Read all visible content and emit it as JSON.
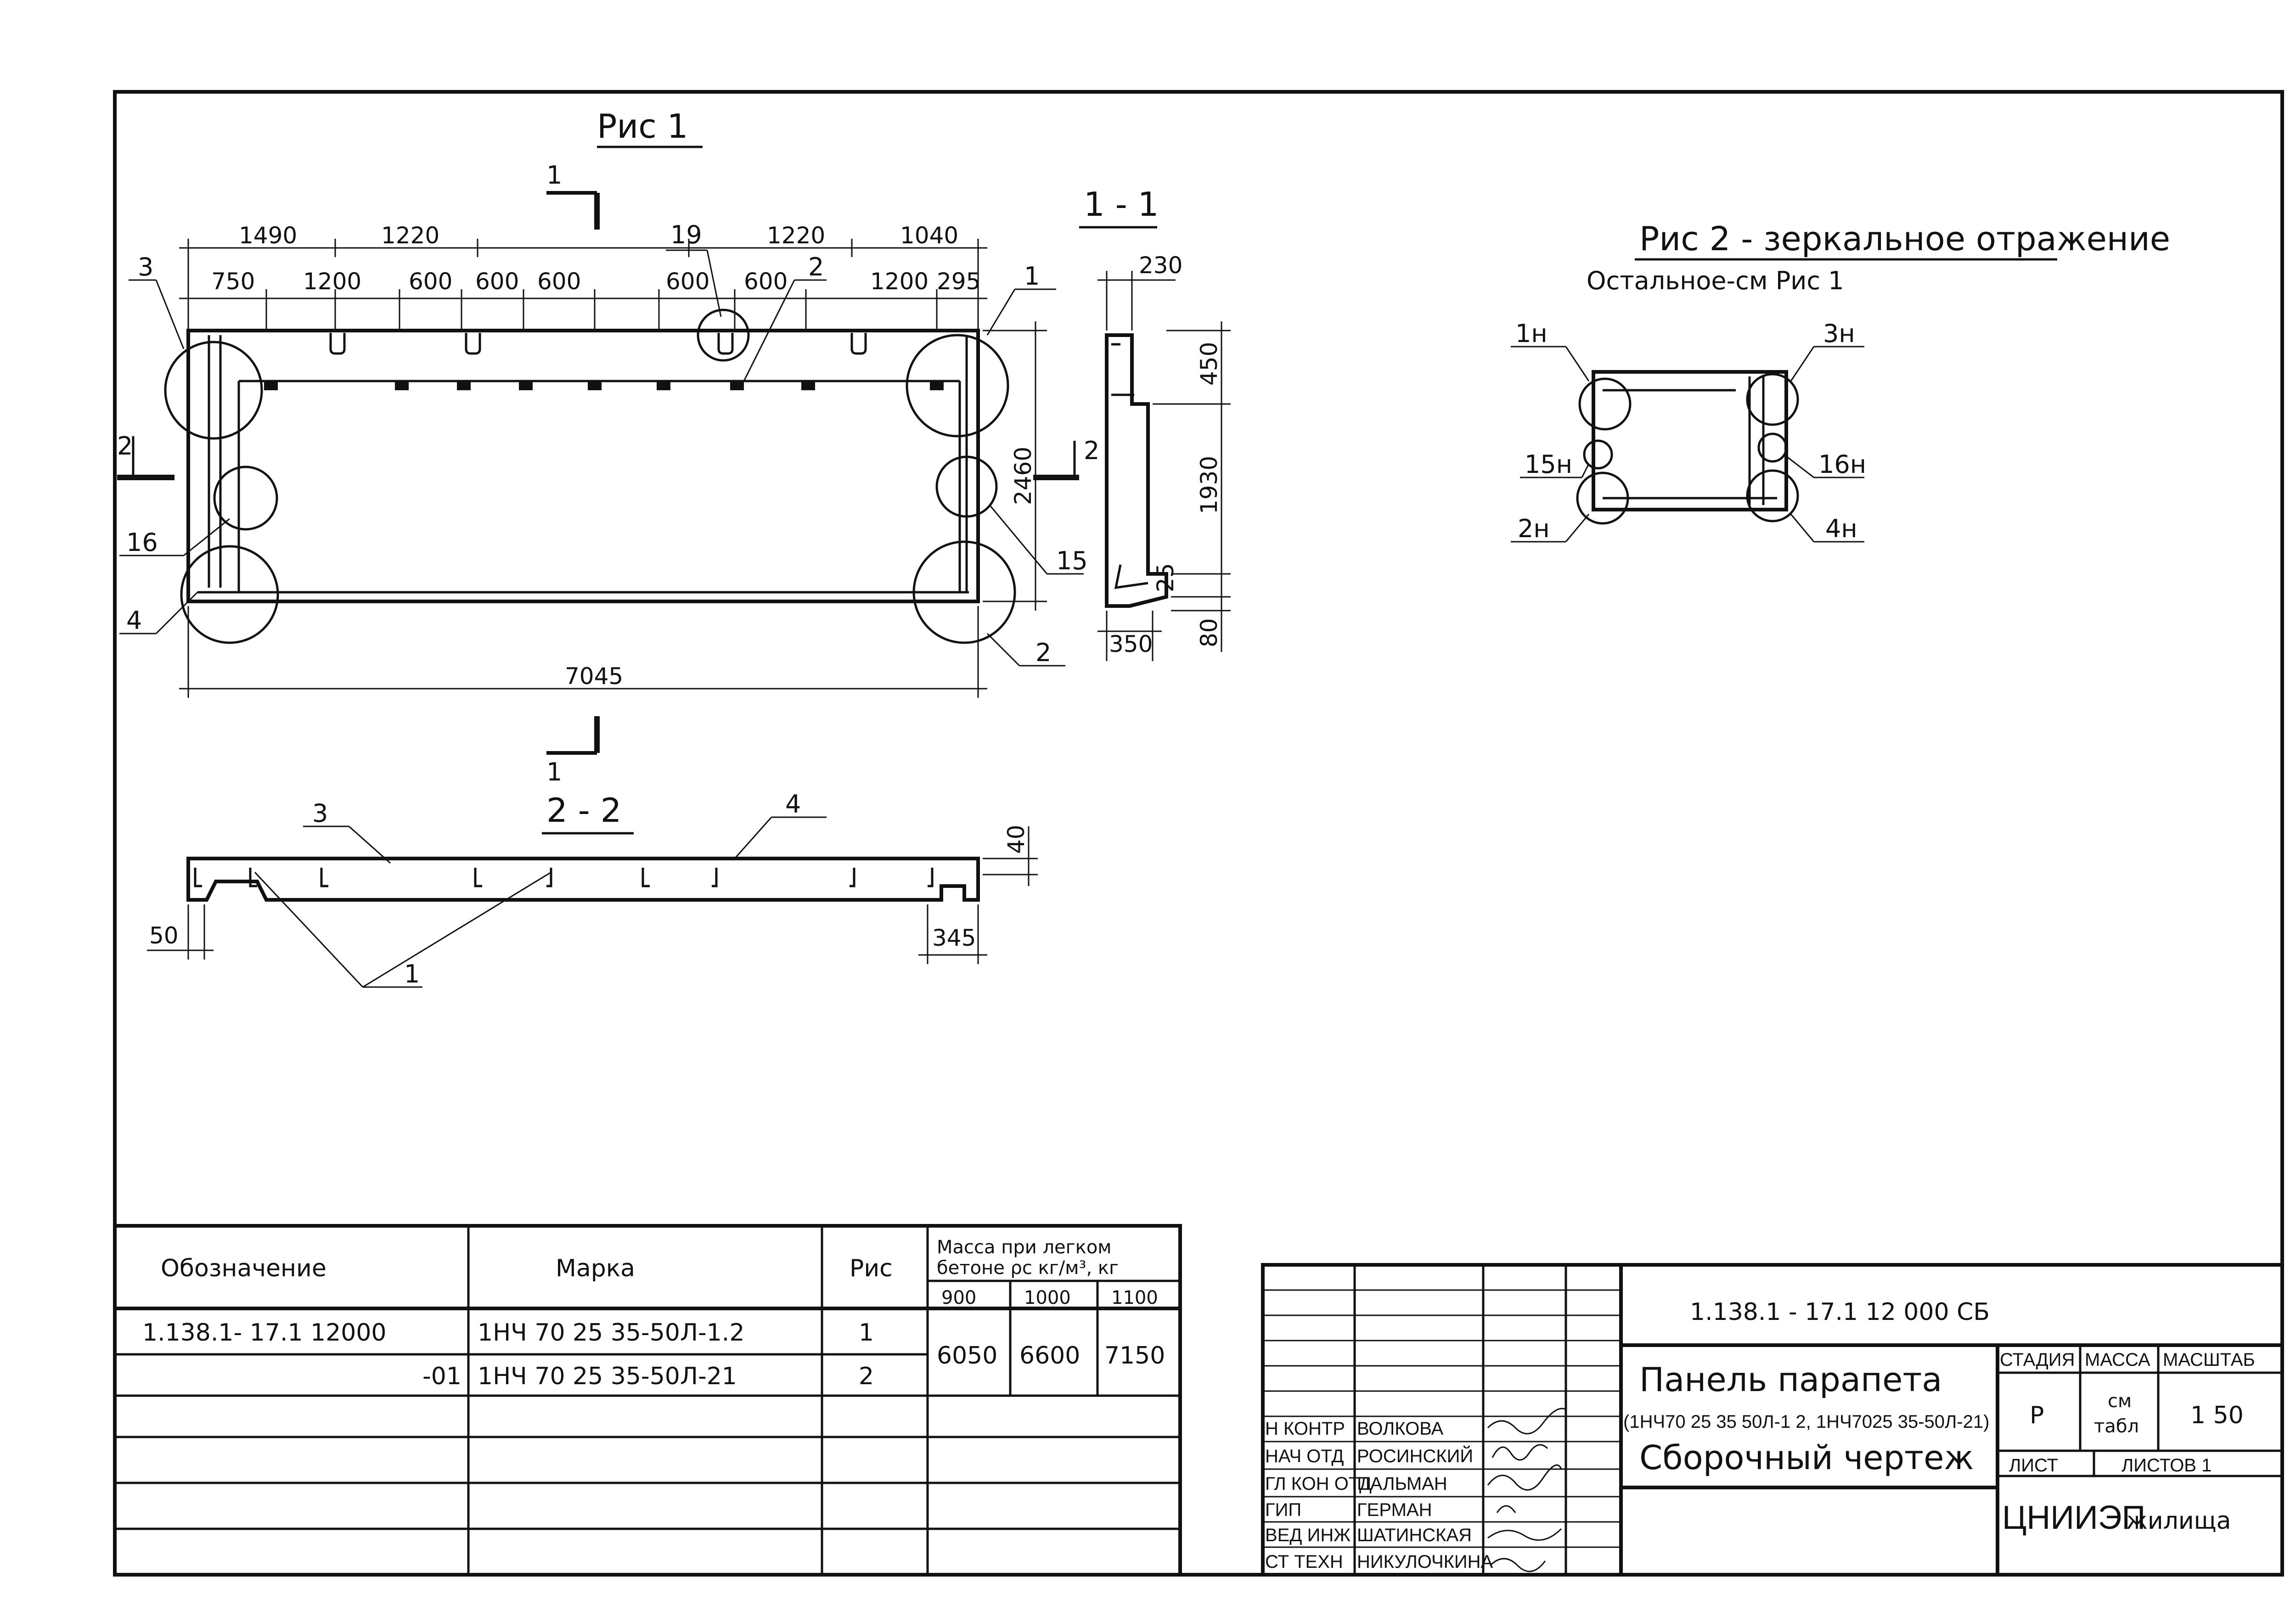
{
  "fig1": {
    "title": "Рис 1",
    "dims_top1": [
      "1490",
      "1220",
      "1220",
      "1040"
    ],
    "dims_top2": [
      "750",
      "1200",
      "600",
      "600",
      "600",
      "600",
      "600",
      "1200",
      "295"
    ],
    "dim_bottom": "7045",
    "dim_height": "2460",
    "leaders": {
      "l3": "3",
      "l19": "19",
      "l2a": "2",
      "l1": "1",
      "l16": "16",
      "l4": "4",
      "l15": "15",
      "l2b": "2"
    },
    "section_marks": {
      "s1_top": "1",
      "s1_bot": "1",
      "s2_left": "2",
      "s2_right": "2"
    }
  },
  "sec11": {
    "title": "1 - 1",
    "dims": {
      "w_top": "230",
      "h_top": "450",
      "h_mid": "1930",
      "h_small": "25",
      "h_bot": "80",
      "w_bot": "350"
    }
  },
  "sec22": {
    "title": "2 - 2",
    "leaders": {
      "l3": "3",
      "l4": "4",
      "l1": "1"
    },
    "dims": {
      "h": "40",
      "left": "50",
      "right": "345"
    }
  },
  "fig2": {
    "title": "Рис 2 - зеркальное отражение",
    "subtitle": "Остальное-см Рис 1",
    "labels": {
      "n1": "1н",
      "n3": "3н",
      "n15": "15н",
      "n16": "16н",
      "n2": "2н",
      "n4": "4н"
    }
  },
  "spec": {
    "headers": {
      "col1": "Обозначение",
      "col2": "Марка",
      "col3": "Рис",
      "col4_line1": "Масса при легком",
      "col4_line2": "бетоне ρc кг/м³, кг"
    },
    "densities": [
      "900",
      "1000",
      "1100"
    ],
    "rows": [
      {
        "code": "1.138.1- 17.1 12000",
        "mark": "1НЧ 70 25 35-50Л-1.2",
        "fig": "1"
      },
      {
        "code": "-01",
        "mark": "1НЧ 70 25 35-50Л-21",
        "fig": "2"
      }
    ],
    "masses": [
      "6050",
      "6600",
      "7150"
    ]
  },
  "titleblock": {
    "doc_code": "1.138.1 - 17.1   12 000 СБ",
    "title_line1": "Панель парапета",
    "title_line2": "(1НЧ70 25 35 50Л-1 2, 1НЧ7025 35-50Л-21)",
    "title_line3": "Сборочный чертеж",
    "stage_hdr": "СТАДИЯ",
    "mass_hdr": "МАССА",
    "scale_hdr": "МАСШТАБ",
    "stage": "Р",
    "mass_l1": "см",
    "mass_l2": "табл",
    "scale": "1 50",
    "sheet": "ЛИСТ",
    "sheets": "ЛИСТОВ 1",
    "org": "ЦНИИЭП",
    "org2": "жилища",
    "staff": [
      {
        "role": "Н КОНТР",
        "name": "ВОЛКОВА"
      },
      {
        "role": "НАЧ ОТД",
        "name": "РОСИНСКИЙ"
      },
      {
        "role": "ГЛ КОН ОТД",
        "name": "ПАЛЬМАН"
      },
      {
        "role": "ГИП",
        "name": "ГЕРМАН"
      },
      {
        "role": "ВЕД ИНЖ",
        "name": "ШАТИНСКАЯ"
      },
      {
        "role": "СТ ТЕХН",
        "name": "НИКУЛОЧКИНА"
      }
    ]
  }
}
